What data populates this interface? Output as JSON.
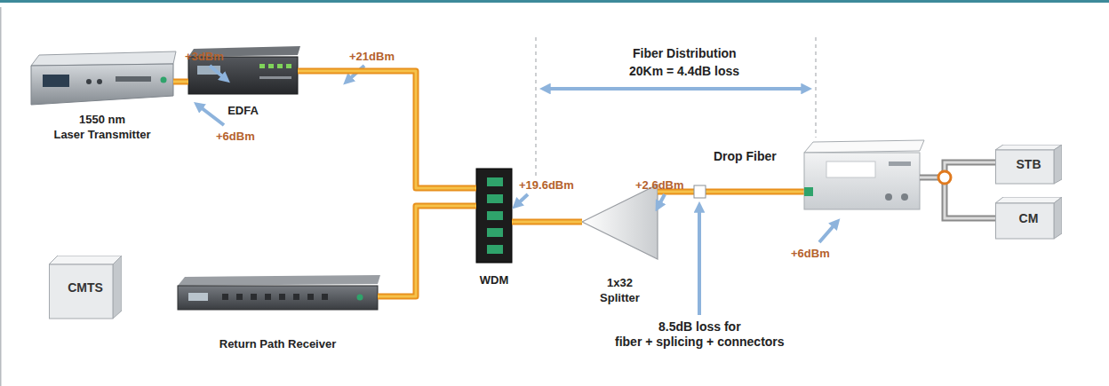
{
  "diagram": {
    "nodes": [
      {
        "text": [
          "1550 nm",
          "Laser Transmitter"
        ]
      },
      {
        "text": [
          "EDFA"
        ]
      },
      {
        "text": [
          "CMTS"
        ]
      },
      {
        "text": [
          "Return Path Receiver"
        ]
      },
      {
        "text": [
          "WDM"
        ]
      },
      {
        "text": [
          "1x32 Splitter"
        ]
      },
      {
        "text": [
          "STB"
        ]
      },
      {
        "text": [
          "CM"
        ]
      }
    ],
    "edges": [
      {
        "from": 0,
        "to": 1,
        "arrow": "none"
      },
      {
        "from": 1,
        "to": 4,
        "arrow": "none"
      },
      {
        "from": 3,
        "to": 4,
        "arrow": "none"
      },
      {
        "from": 4,
        "to": 5,
        "arrow": "none"
      }
    ],
    "labels": [
      "+3dBm",
      "+21dBm",
      "+6dBm",
      "Fiber Distribution",
      "20Km = 4.4dB loss",
      "+19.6dBm",
      "+2.6dBm",
      "Drop Fiber",
      "+6dBm",
      "8.5dB loss for",
      "fiber + splicing + connectors"
    ]
  }
}
